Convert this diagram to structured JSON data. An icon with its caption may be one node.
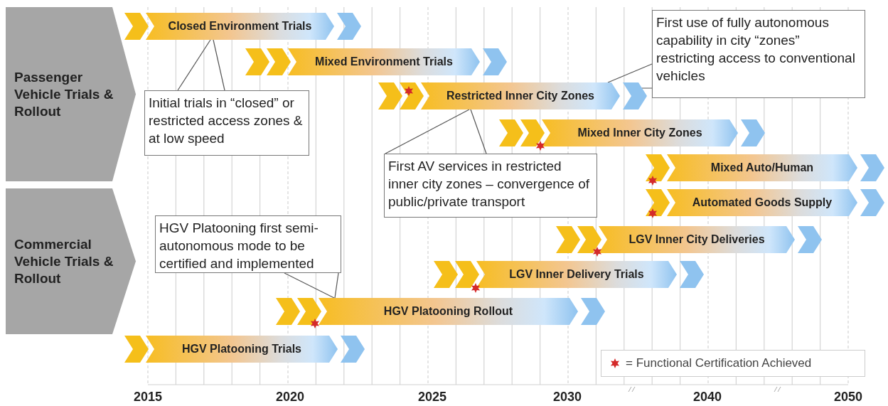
{
  "diagram": {
    "nodes": [
      {
        "text": [
          "Passenger Vehicle Trials & Rollout"
        ]
      },
      {
        "text": [
          "Commercial Vehicle Trials & Rollout"
        ]
      },
      {
        "text": [
          "Closed Environment Trials"
        ]
      },
      {
        "text": [
          "Mixed Environment Trials"
        ]
      },
      {
        "text": [
          "Restricted Inner City Zones"
        ]
      },
      {
        "text": [
          "Mixed Inner City Zones"
        ]
      },
      {
        "text": [
          "Mixed Auto/Human"
        ]
      },
      {
        "text": [
          "Automated Goods Supply"
        ]
      },
      {
        "text": [
          "LGV Inner City Deliveries"
        ]
      },
      {
        "text": [
          "LGV Inner Delivery Trials"
        ]
      },
      {
        "text": [
          "HGV Platooning Rollout"
        ]
      },
      {
        "text": [
          "HGV Platooning Trials"
        ]
      },
      {
        "text": [
          "Initial trials in “closed” or restricted access zones & at low speed"
        ]
      },
      {
        "text": [
          "First use of fully autonomous capability in city “zones” restricting access to conventional vehicles"
        ]
      },
      {
        "text": [
          "First AV services in restricted inner city zones – convergence of public/private transport"
        ]
      },
      {
        "text": [
          "HGV Platooning first semi-autonomous mode to be certified and implemented"
        ]
      }
    ],
    "edges": [
      {
        "from": 12,
        "to": 2,
        "arrow": "none"
      },
      {
        "from": 12,
        "to": 2,
        "arrow": "none"
      },
      {
        "from": 13,
        "to": 4,
        "arrow": "none"
      },
      {
        "from": 13,
        "to": 4,
        "arrow": "none"
      },
      {
        "from": 14,
        "to": 4,
        "arrow": "none"
      },
      {
        "from": 14,
        "to": 4,
        "arrow": "none"
      },
      {
        "from": 15,
        "to": 10,
        "arrow": "none"
      },
      {
        "from": 15,
        "to": 10,
        "arrow": "none"
      }
    ],
    "labels": [
      "2015",
      "2020",
      "2025",
      "2030",
      "2040",
      "2050"
    ],
    "legend": [
      {
        "text": "= Functional Certification Achieved"
      }
    ]
  }
}
